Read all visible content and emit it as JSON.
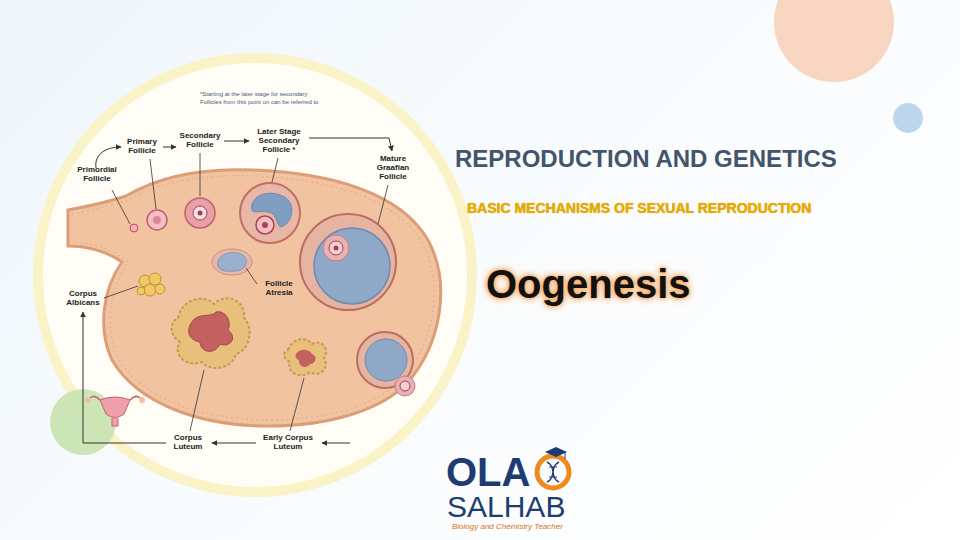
{
  "diagram": {
    "title": "Oogenesis",
    "labels": [
      "REPRODUCTION AND GENETICS",
      "BASIC MECHANISMS OF SEXUAL REPRODUCTION",
      "*Starting at the later stage for secondary",
      "Follicles from this point on can be referred to",
      "Primary Follicle",
      "Secondary Follicle",
      "Later Stage Secondary Follicle *",
      "Mature Graafian Follicle",
      "Primordial Follicle",
      "Follicle Atresia",
      "Corpus Albicans",
      "Corpus Luteum",
      "Early Corpus Luteum",
      "OLA",
      "SALHAB",
      "Biology and Chemistry Teacher"
    ]
  }
}
